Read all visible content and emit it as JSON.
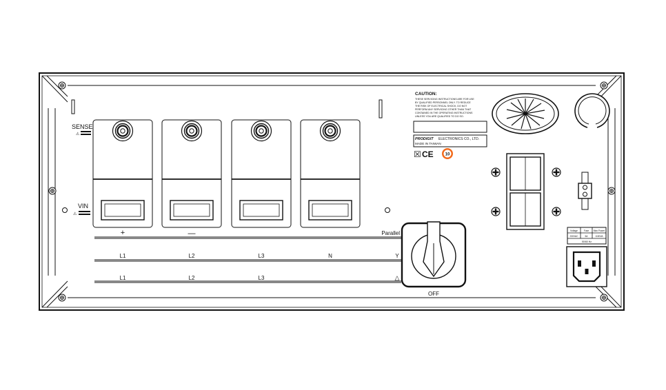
{
  "labels": {
    "sense": "SENSE",
    "vin": "VIN",
    "plus": "+",
    "minus": "—",
    "parallel": "Parallel",
    "off": "OFF",
    "y_symbol": "Y",
    "delta_symbol": "△"
  },
  "row_y": [
    "L1",
    "L2",
    "L3",
    "N"
  ],
  "row_delta": [
    "L1",
    "L2",
    "L3"
  ],
  "caution": {
    "title": "CAUTION:",
    "lines": [
      "THESE SERVICING INSTRUCTIONS ARE FOR USE",
      "BY QUALIFIED PERSONNEL ONLY. TO REDUCE",
      "THE RISK OF ELECTRICAL SHOCK, DO NOT",
      "PERFORM ANY SERVICING OTHER THAN THAT",
      "CONTAINED IN THE OPERATING INSTRUCTIONS",
      "UNLESS YOU ARE QUALIFIED TO DO SO."
    ]
  },
  "maker": {
    "brand": "PRODIGIT",
    "suffix": "ELECTRONICS CO., LTD.",
    "origin": "MADE IN TAIWAN"
  },
  "marks": {
    "ce": "CE",
    "weee": "☒",
    "year_badge": "10"
  },
  "rating_table": {
    "headers": [
      "Voltage",
      "Fuse",
      "Max Power"
    ],
    "values": [
      "230VAC",
      "5A",
      "1150VA"
    ],
    "footer": "50/60 Hz"
  },
  "icon_names": [
    "screw-icon",
    "bnc-connector-icon",
    "fan-grille-icon",
    "ac-inlet-icon",
    "weee-bin-icon",
    "ce-mark-icon"
  ],
  "colors": {
    "line": "#111111",
    "badge": "#f26a1b",
    "background": "#ffffff"
  }
}
